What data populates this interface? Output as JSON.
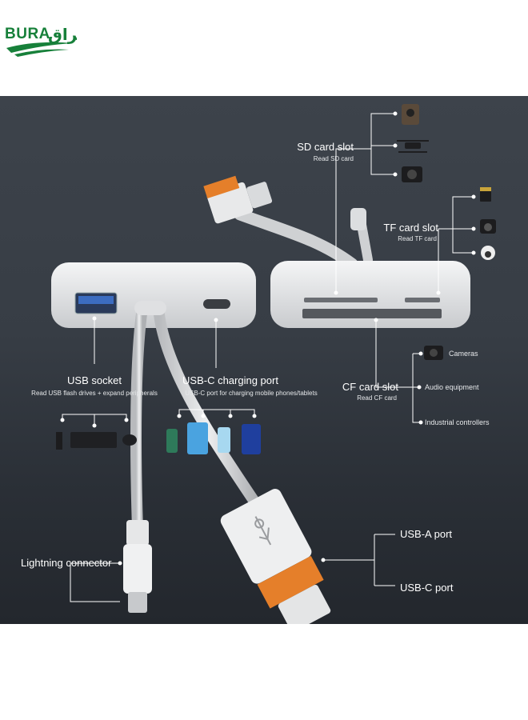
{
  "brand": {
    "logo_text": "BURA",
    "logo_arabic": "براق"
  },
  "callouts": {
    "sd": {
      "title": "SD card slot",
      "subtitle": "Read SD card"
    },
    "tf": {
      "title": "TF card slot",
      "subtitle": "Read TF card"
    },
    "usb_socket": {
      "title": "USB socket",
      "subtitle": "Read USB flash drives + expand peripherals"
    },
    "usbc_charging": {
      "title": "USB-C charging port",
      "subtitle": "USB-C port for charging mobile phones/tablets"
    },
    "cf": {
      "title": "CF card slot",
      "subtitle": "Read CF card",
      "items": [
        "Cameras",
        "Audio equipment",
        "Industrial controllers"
      ]
    },
    "usba_port": {
      "title": "USB-A port"
    },
    "usbc_port": {
      "title": "USB-C port"
    },
    "lightning": {
      "title": "Lightning connector"
    }
  },
  "colors": {
    "background_top": "#3d434b",
    "background_bottom": "#23272d",
    "device_body": "#e9eaec",
    "connector_accent": "#e57f2a",
    "leader_lines": "#ffffff",
    "logo_green": "#17803a"
  },
  "icons": {
    "sd_devices": [
      "trail-camera-icon",
      "drone-icon",
      "camera-icon"
    ],
    "tf_devices": [
      "tf-card-icon",
      "dashcam-icon",
      "security-camera-icon"
    ],
    "usb_devices": [
      "flash-drive-icon",
      "keyboard-icon",
      "mouse-icon"
    ],
    "charging_devices": [
      "phone-icon",
      "tablet-icon",
      "phone-icon",
      "tablet-icon"
    ]
  }
}
